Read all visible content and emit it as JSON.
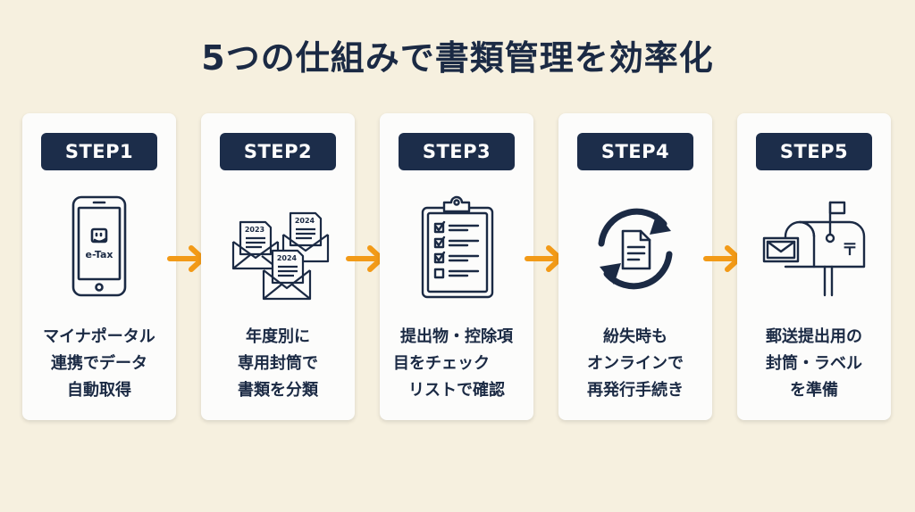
{
  "title": "5つの仕組みで書類管理を効率化",
  "accent_color": "#f29a17",
  "badge_color": "#1c2d4a",
  "steps": [
    {
      "badge": "STEP1",
      "icon": "smartphone-etax-icon",
      "icon_text": "e-Tax",
      "lines": [
        "マイナポータル",
        "連携でデータ",
        "自動取得"
      ]
    },
    {
      "badge": "STEP2",
      "icon": "envelopes-by-year-icon",
      "icon_years": [
        "2023",
        "2024",
        "2024"
      ],
      "lines": [
        "年度別に",
        "専用封筒で",
        "書類を分類"
      ]
    },
    {
      "badge": "STEP3",
      "icon": "clipboard-checklist-icon",
      "lines": [
        "提出物・控除項",
        "目をチェック",
        "リストで確認"
      ]
    },
    {
      "badge": "STEP4",
      "icon": "document-refresh-icon",
      "lines": [
        "紛失時も",
        "オンラインで",
        "再発行手続き"
      ]
    },
    {
      "badge": "STEP5",
      "icon": "mailbox-icon",
      "icon_text": "〒",
      "lines": [
        "郵送提出用の",
        "封筒・ラベル",
        "を準備"
      ]
    }
  ],
  "arrows": [
    "arrow-right-icon",
    "arrow-right-icon",
    "arrow-right-icon",
    "arrow-right-icon"
  ]
}
